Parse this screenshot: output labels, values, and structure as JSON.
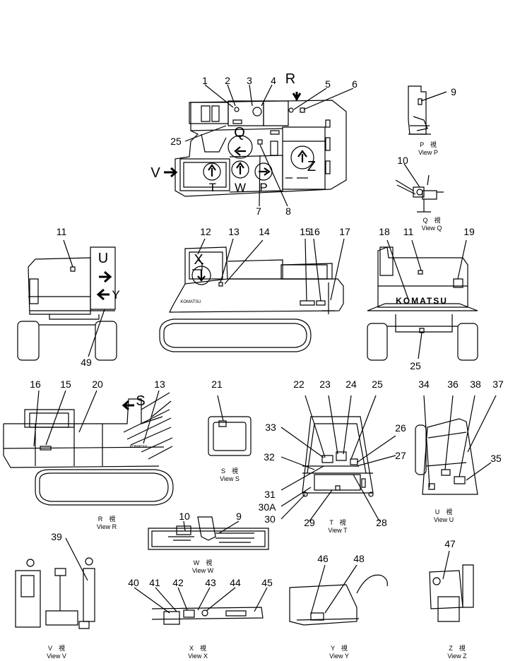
{
  "callouts": [
    "1",
    "2",
    "3",
    "4",
    "5",
    "6",
    "9",
    "10",
    "11",
    "12",
    "13",
    "14",
    "15",
    "16",
    "17",
    "18",
    "11",
    "19",
    "25",
    "7",
    "8",
    "49",
    "25",
    "16",
    "15",
    "20",
    "13",
    "21",
    "22",
    "23",
    "24",
    "25",
    "26",
    "27",
    "33",
    "32",
    "31",
    "30A",
    "30",
    "29",
    "28",
    "34",
    "36",
    "38",
    "37",
    "35",
    "10",
    "9",
    "39",
    "40",
    "41",
    "42",
    "43",
    "44",
    "45",
    "46",
    "48",
    "47"
  ],
  "view_letters": {
    "R": "R",
    "V": "V",
    "T": "T",
    "W": "W",
    "P": "P",
    "Q": "Q",
    "Z": "Z",
    "U": "U",
    "X": "X",
    "Y": "Y",
    "S": "S"
  },
  "views": [
    {
      "id": "P",
      "kanji": "P　視",
      "label": "View P"
    },
    {
      "id": "Q",
      "kanji": "Q　視",
      "label": "View Q"
    },
    {
      "id": "R",
      "kanji": "R　視",
      "label": "View R"
    },
    {
      "id": "S",
      "kanji": "S　視",
      "label": "View S"
    },
    {
      "id": "T",
      "kanji": "T　視",
      "label": "View T"
    },
    {
      "id": "U",
      "kanji": "U　視",
      "label": "View U"
    },
    {
      "id": "W",
      "kanji": "W　視",
      "label": "View W"
    },
    {
      "id": "V",
      "kanji": "V　視",
      "label": "View V"
    },
    {
      "id": "X",
      "kanji": "X　視",
      "label": "View X"
    },
    {
      "id": "Y",
      "kanji": "Y　視",
      "label": "View Y"
    },
    {
      "id": "Z",
      "kanji": "Z　視",
      "label": "View Z"
    }
  ],
  "decal_text": {
    "komatsu_rear": "KOMATSU",
    "komatsu_side": "KOMATSU",
    "komatsu_small": "KOMATSU"
  }
}
